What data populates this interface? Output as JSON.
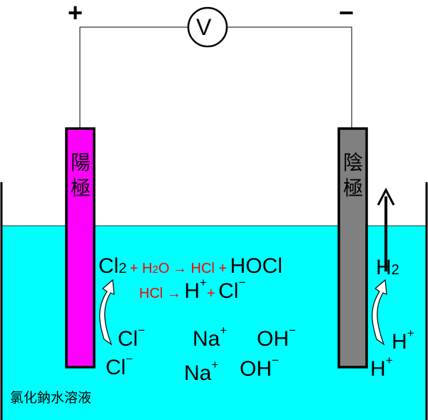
{
  "terminals": {
    "positive": "+",
    "negative": "−"
  },
  "voltmeter": {
    "label": "V"
  },
  "anode": {
    "label_1": "陽",
    "label_2": "極",
    "color": "#ff00ff"
  },
  "cathode": {
    "label_1": "陰",
    "label_2": "極",
    "color": "#808080"
  },
  "solution": {
    "label": "氯化鈉水溶液",
    "color": "#00ffff"
  },
  "reaction1": {
    "cl2": "Cl",
    "cl2_sub": "2",
    "plus_h2o_a": "+ H",
    "h2o_sub": "2",
    "h2o_b": "O",
    "arrow_hcl": "→ HCl +",
    "hocl": "HOCl"
  },
  "reaction2": {
    "hcl_arrow": "HCl →",
    "h": "H",
    "h_sup": "+",
    "plus": "+",
    "cl": "Cl",
    "cl_sup": "−"
  },
  "ions": {
    "cl": "Cl",
    "minus": "−",
    "na": "Na",
    "plus": "+",
    "oh": "OH"
  },
  "h2": {
    "h": "H",
    "sub": "2"
  },
  "hplus": {
    "h": "H",
    "sup": "+"
  }
}
